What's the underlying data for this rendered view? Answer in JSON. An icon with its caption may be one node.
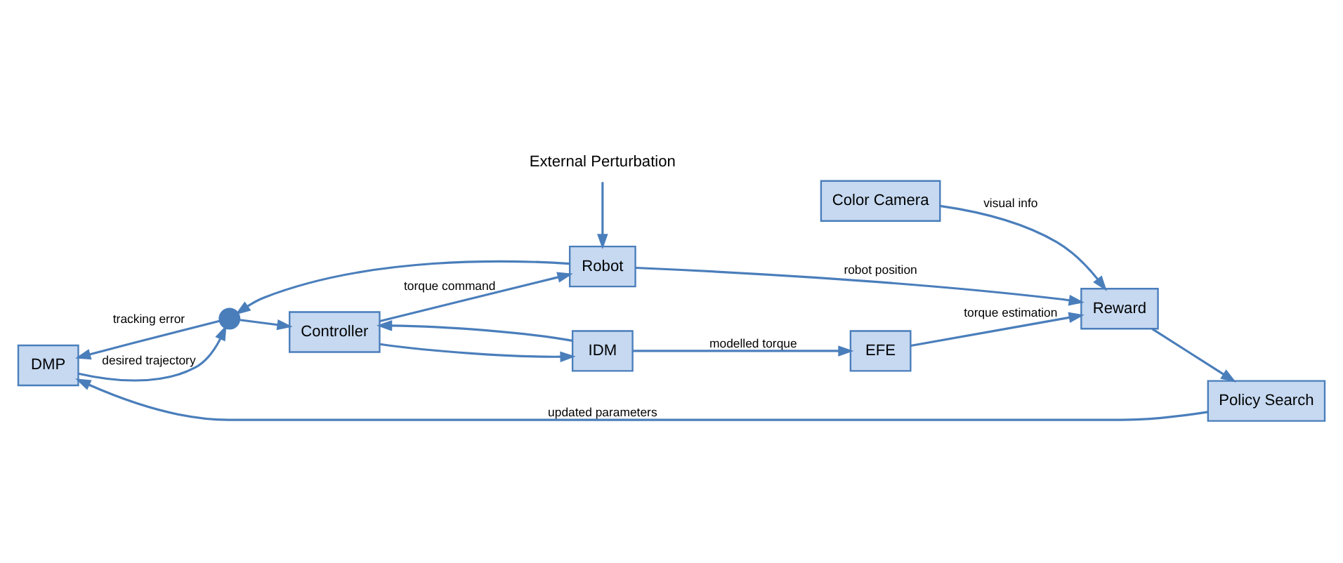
{
  "diagram": {
    "nodes": [
      {
        "text": [
          "DMP"
        ]
      },
      {
        "text": [],
        "shape": "circle"
      },
      {
        "text": [
          "Controller"
        ]
      },
      {
        "text": [
          "IDM"
        ]
      },
      {
        "text": [
          "EFE"
        ]
      },
      {
        "text": [
          "Robot"
        ]
      },
      {
        "text": [
          "Reward"
        ]
      },
      {
        "text": [
          "Policy Search"
        ]
      },
      {
        "text": [
          "Color Camera"
        ]
      },
      {
        "text": [
          "External Perturbation"
        ]
      }
    ],
    "edges": [
      {
        "from": 0,
        "to": 1,
        "arrow": "to",
        "label": "desired trajectory"
      },
      {
        "from": 1,
        "to": 2,
        "arrow": "to"
      },
      {
        "from": 1,
        "to": 0,
        "arrow": "to",
        "label": "tracking error"
      },
      {
        "from": 2,
        "to": 5,
        "arrow": "to",
        "label": "torque command"
      },
      {
        "from": 2,
        "to": 3,
        "arrow": "to"
      },
      {
        "from": 3,
        "to": 2,
        "arrow": "to"
      },
      {
        "from": 3,
        "to": 4,
        "arrow": "to",
        "label": "modelled torque"
      },
      {
        "from": 4,
        "to": 6,
        "arrow": "to",
        "label": "torque estimation"
      },
      {
        "from": 5,
        "to": 6,
        "arrow": "to",
        "label": "robot position"
      },
      {
        "from": 5,
        "to": 1,
        "arrow": "to"
      },
      {
        "from": 9,
        "to": 5,
        "arrow": "to"
      },
      {
        "from": 8,
        "to": 6,
        "arrow": "to",
        "label": "visual info"
      },
      {
        "from": 6,
        "to": 7,
        "arrow": "to"
      },
      {
        "from": 7,
        "to": 0,
        "arrow": "to",
        "label": "updated parameters"
      }
    ]
  }
}
